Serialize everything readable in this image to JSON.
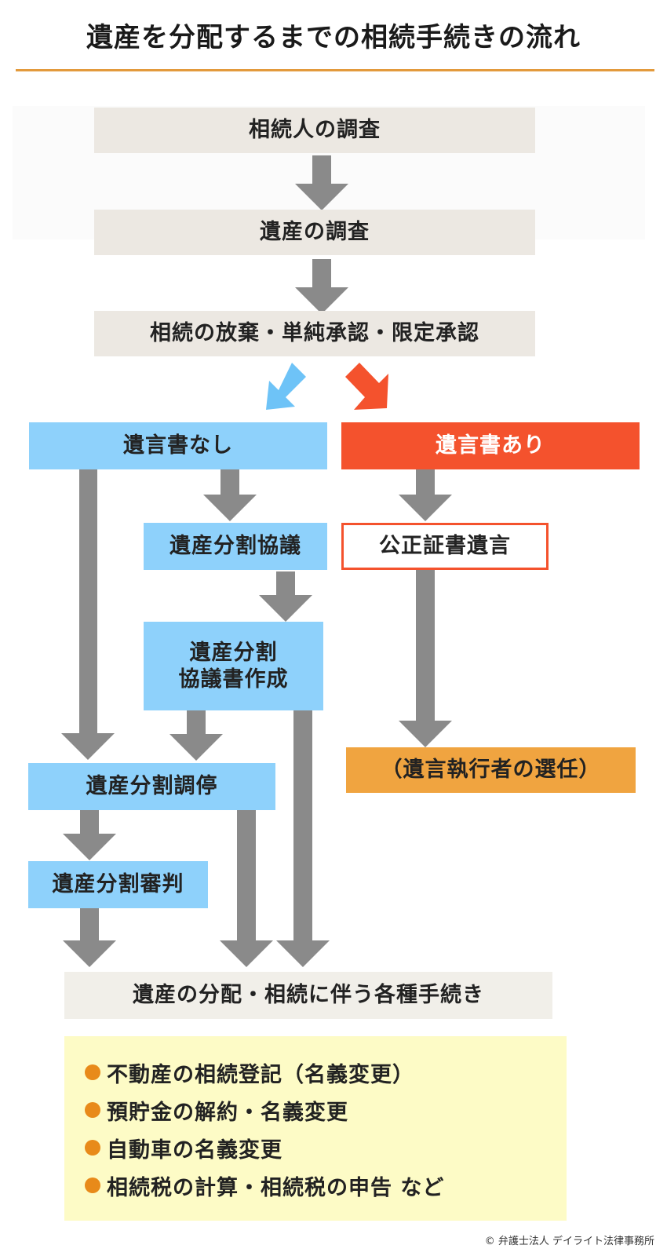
{
  "title": "遺産を分配するまでの相続手続きの流れ",
  "steps": {
    "heir_survey": "相続人の調査",
    "estate_survey": "遺産の調査",
    "renounce_accept": "相続の放棄・単純承認・限定承認",
    "no_will": "遺言書なし",
    "with_will": "遺言書あり",
    "division_consult": "遺産分割協議",
    "division_agreement_doc_line1": "遺産分割",
    "division_agreement_doc_line2": "協議書作成",
    "notarized_will": "公正証書遺言",
    "executor_selection": "（遺言執行者の選任）",
    "division_mediation": "遺産分割調停",
    "division_judgment": "遺産分割審判",
    "distribution": "遺産の分配・相続に伴う各種手続き"
  },
  "procedures": [
    "不動産の相続登記（名義変更）",
    "預貯金の解約・名義変更",
    "自動車の名義変更",
    "相続税の計算・相続税の申告 など"
  ],
  "copyright": "© 弁護士法人 デイライト法律事務所",
  "colors": {
    "accent_line": "#e39a3c",
    "gray_arrow": "#8a8a8a",
    "blue_box": "#8ed1fb",
    "blue_arrow": "#6ec3f7",
    "red": "#f4522d",
    "orange_box": "#f0a440",
    "info_bg": "#fdfbc6",
    "bullet": "#e88a1a",
    "beige_box": "#ece8e2"
  }
}
